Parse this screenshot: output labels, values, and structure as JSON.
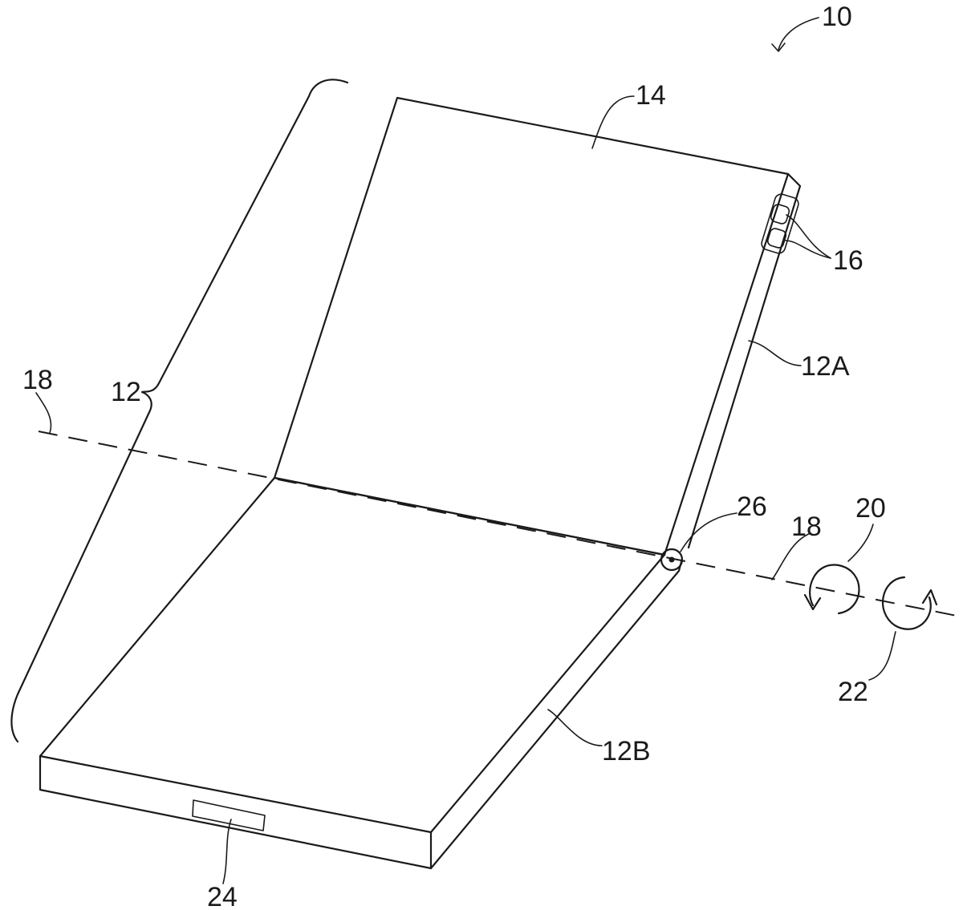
{
  "labels": {
    "device": "10",
    "housing": "12",
    "upper_housing": "12A",
    "lower_housing": "12B",
    "display": "14",
    "buttons": "16",
    "fold_axis_left": "18",
    "fold_axis_right": "18",
    "rotation_direction_1": "20",
    "rotation_direction_2": "22",
    "port": "24",
    "hinge": "26"
  },
  "colors": {
    "line": "#1a1a1a",
    "background": "#ffffff"
  }
}
